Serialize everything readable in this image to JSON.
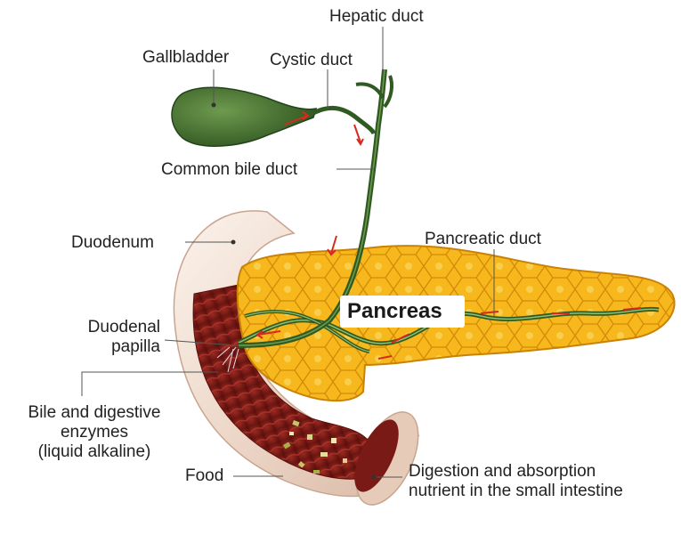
{
  "labels": {
    "hepatic_duct": "Hepatic duct",
    "gallbladder": "Gallbladder",
    "cystic_duct": "Cystic duct",
    "common_bile_duct": "Common bile duct",
    "duodenum": "Duodenum",
    "pancreatic_duct": "Pancreatic duct",
    "pancreas": "Pancreas",
    "duodenal_papilla_line1": "Duodenal",
    "duodenal_papilla_line2": "papilla",
    "bile_line1": "Bile and digestive",
    "bile_line2": "enzymes",
    "bile_line3": "(liquid alkaline)",
    "food": "Food",
    "digestion_line1": "Digestion and absorption",
    "digestion_line2": "nutrient in the small intestine"
  },
  "colors": {
    "pancreas": "#f6b81c",
    "pancreas_cell_border": "#d48a08",
    "duct": "#3d6b2a",
    "gallbladder": "#3f6e2f",
    "duodenum_outer": "#f1e2d6",
    "duodenum_inner": "#7a1a17",
    "arrow": "#d62a1e",
    "leader": "#555555"
  }
}
